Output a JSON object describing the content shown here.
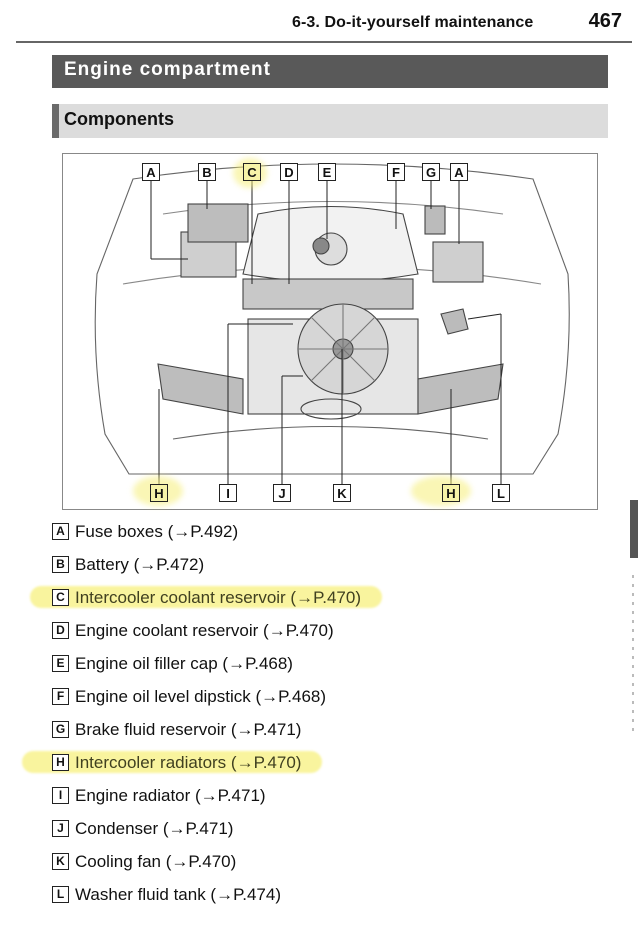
{
  "header": {
    "section_title": "6-3. Do-it-yourself maintenance",
    "page_number": "467"
  },
  "section": {
    "title": "Engine compartment"
  },
  "subsection": {
    "title": "Components"
  },
  "diagram": {
    "callouts_top": [
      "A",
      "B",
      "C",
      "D",
      "E",
      "F",
      "G",
      "A"
    ],
    "callouts_bottom": [
      "H",
      "I",
      "J",
      "K",
      "H",
      "L"
    ],
    "highlighted_letters": [
      "C",
      "H"
    ],
    "highlight_color": "#f6ee78"
  },
  "legend": [
    {
      "key": "A",
      "text": "Fuse boxes (→P.492)",
      "highlighted": false
    },
    {
      "key": "B",
      "text": "Battery (→P.472)",
      "highlighted": false
    },
    {
      "key": "C",
      "text": "Intercooler coolant reservoir (→P.470)",
      "highlighted": true
    },
    {
      "key": "D",
      "text": "Engine coolant reservoir (→P.470)",
      "highlighted": false
    },
    {
      "key": "E",
      "text": "Engine oil filler cap (→P.468)",
      "highlighted": false
    },
    {
      "key": "F",
      "text": "Engine oil level dipstick (→P.468)",
      "highlighted": false
    },
    {
      "key": "G",
      "text": "Brake fluid reservoir (→P.471)",
      "highlighted": false
    },
    {
      "key": "H",
      "text": "Intercooler radiators (→P.470)",
      "highlighted": true
    },
    {
      "key": "I",
      "text": "Engine radiator (→P.471)",
      "highlighted": false
    },
    {
      "key": "J",
      "text": "Condenser (→P.471)",
      "highlighted": false
    },
    {
      "key": "K",
      "text": "Cooling fan (→P.470)",
      "highlighted": false
    },
    {
      "key": "L",
      "text": "Washer fluid tank (→P.474)",
      "highlighted": false
    }
  ]
}
